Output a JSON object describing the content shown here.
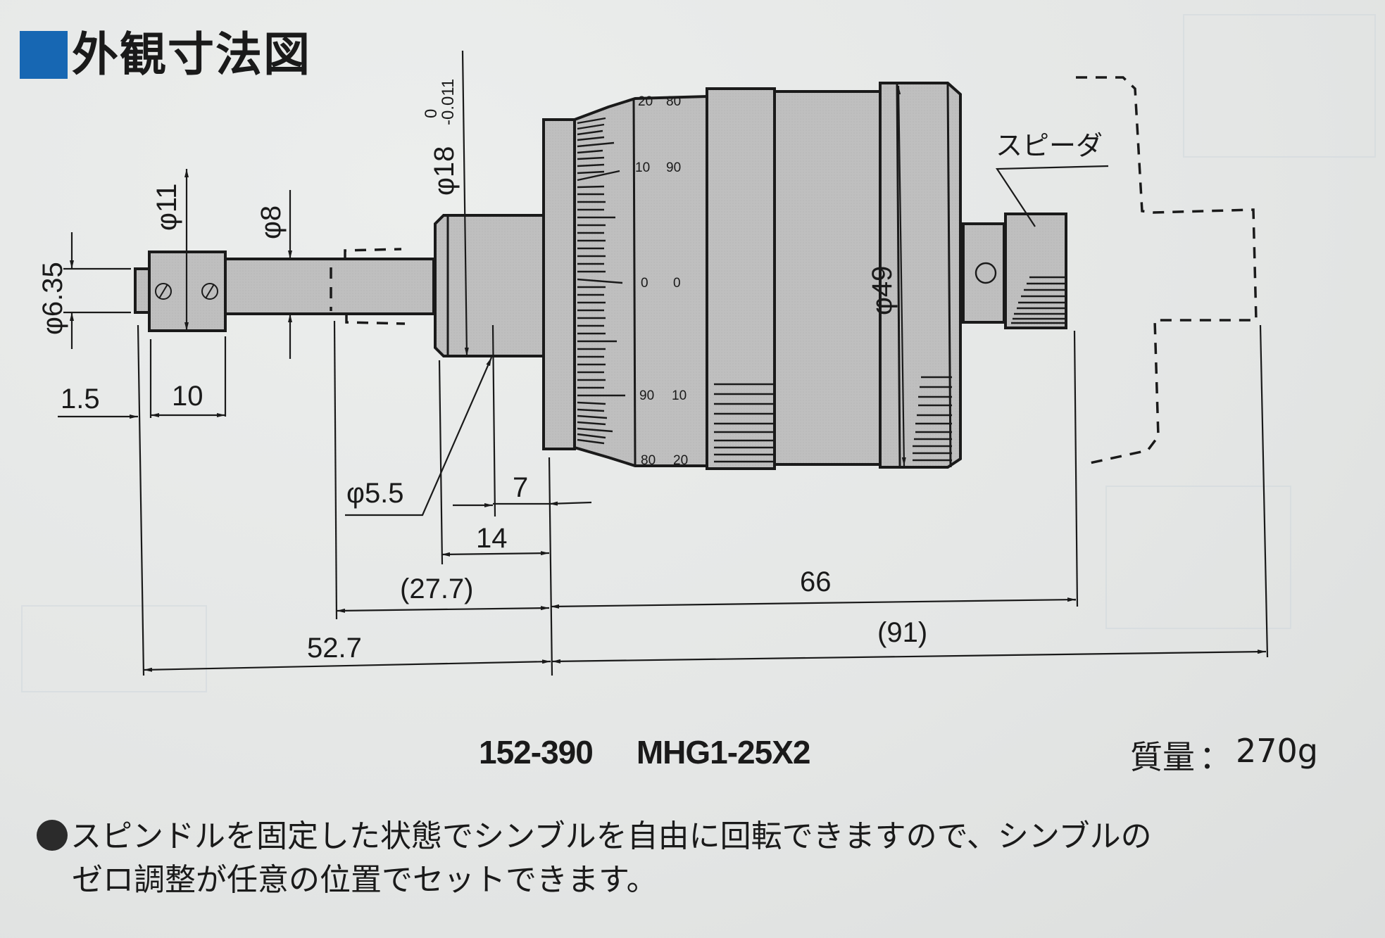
{
  "section": {
    "title": "外観寸法図",
    "marker_color": "#1767b3"
  },
  "drawing": {
    "part_label": "スピーダ",
    "diameters": {
      "phi_6_35": "φ6.35",
      "phi_11": "φ11",
      "phi_8": "φ8",
      "phi_18": "φ18",
      "phi_18_tol_upper": "0",
      "phi_18_tol_lower": "-0.011",
      "phi_5_5": "φ5.5",
      "phi_49": "φ49"
    },
    "lengths": {
      "l_1_5": "1.5",
      "l_10": "10",
      "l_7": "7",
      "l_14": "14",
      "l_27_7": "(27.7)",
      "l_52_7": "52.7",
      "l_66": "66",
      "l_91": "(91)"
    },
    "thimble_scale": {
      "left_column": [
        "20",
        "10",
        "0",
        "90",
        "80"
      ],
      "right_column": [
        "80",
        "90",
        "0",
        "10",
        "20"
      ]
    }
  },
  "product": {
    "code": "152-390",
    "model": "MHG1-25X2",
    "mass_label": "質量",
    "mass_separator": "：",
    "mass_value": "270g"
  },
  "note": {
    "line1": "スピンドルを固定した状態でシンブルを自由に回転できますので、シンブルの",
    "line2": "ゼロ調整が任意の位置でセットできます。"
  }
}
